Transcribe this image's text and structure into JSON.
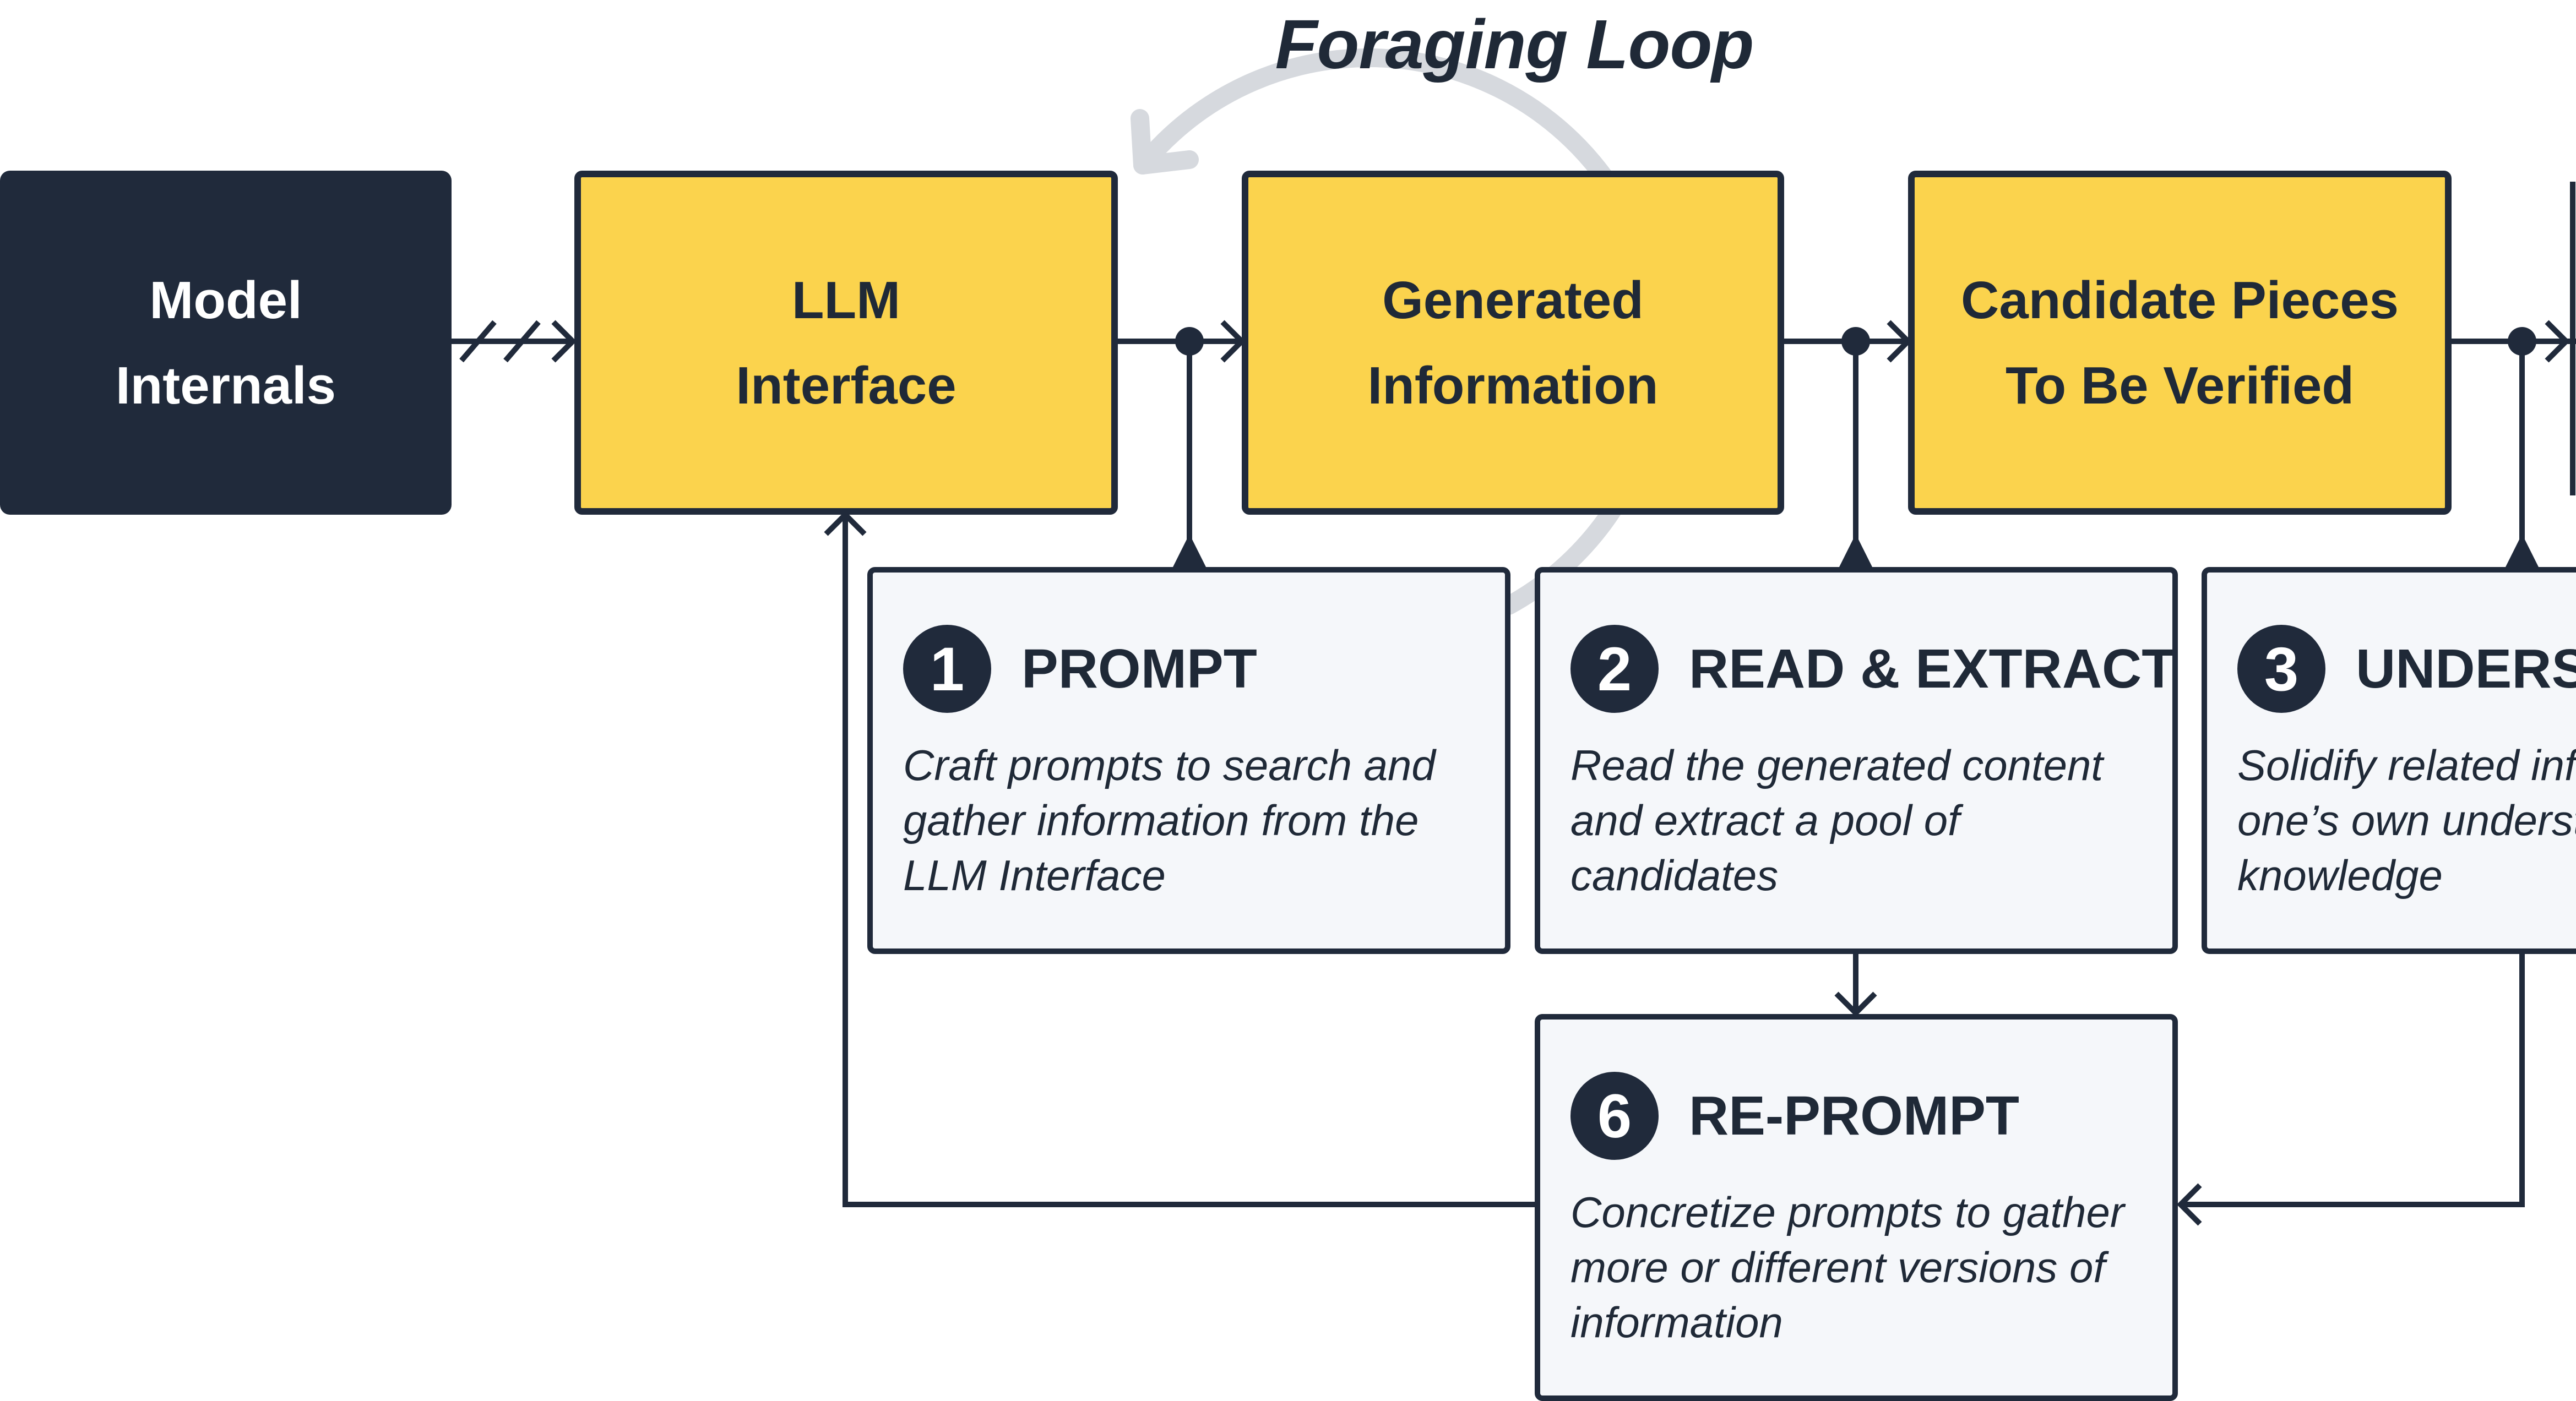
{
  "loop_title": "Foraging Loop",
  "nodes": {
    "model_internals": {
      "line1": "Model",
      "line2": "Internals"
    },
    "llm_interface": {
      "line1": "LLM",
      "line2": "Interface"
    },
    "generated_information": {
      "line1": "Generated",
      "line2": "Information"
    },
    "candidate_pieces": {
      "line1": "Candidate Pieces",
      "line2": "To Be Verified"
    }
  },
  "steps": {
    "prompt": {
      "number": "1",
      "title": "PROMPT",
      "desc": [
        "Craft prompts to search and",
        "gather information from the",
        "LLM Interface"
      ]
    },
    "read_extract": {
      "number": "2",
      "title": "READ & EXTRACT",
      "desc": [
        "Read the generated content",
        "and extract a pool of",
        "candidates"
      ]
    },
    "understand": {
      "number": "3",
      "title": "UNDERST",
      "desc": [
        "Solidify related inf",
        "one’s own underst",
        "knowledge"
      ]
    },
    "reprompt": {
      "number": "6",
      "title": "RE-PROMPT",
      "desc": [
        "Concretize prompts to gather",
        "more or different versions of",
        "information"
      ]
    }
  },
  "colors": {
    "dark": "#202a3b",
    "yellow": "#fbd34d",
    "card": "#f5f7fa",
    "loop_arrow": "#d6d9de"
  }
}
